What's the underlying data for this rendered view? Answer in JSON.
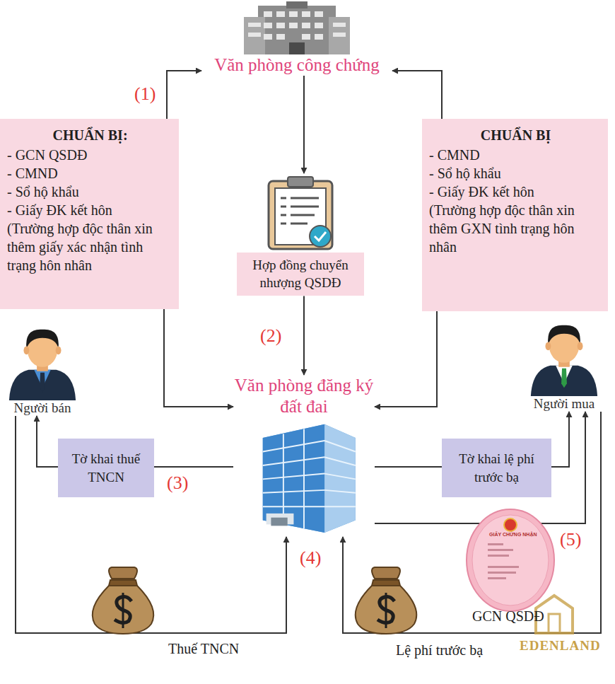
{
  "diagram": {
    "nodes": [
      {
        "text": [
          "Văn phòng công chứng"
        ]
      },
      {
        "text": [
          "CHUẨN BỊ:",
          "- GCN QSDĐ",
          "- CMND",
          "- Sổ hộ khẩu",
          "- Giấy ĐK kết hôn",
          "(Trường hợp độc thân xin thêm giấy xác nhận tình trạng hôn nhân"
        ]
      },
      {
        "text": [
          "CHUẨN BỊ",
          "- CMND",
          "- Sổ hộ khẩu",
          "- Giấy ĐK kết hôn",
          "(Trường hợp độc thân xin thêm GXN tình trạng hôn nhân"
        ]
      },
      {
        "text": [
          "Hợp đồng chuyển nhượng QSDĐ"
        ]
      },
      {
        "text": [
          "Người bán"
        ]
      },
      {
        "text": [
          "Người mua"
        ]
      },
      {
        "text": [
          "Văn phòng đăng ký đất đai"
        ]
      },
      {
        "text": [
          "Tờ khai thuế TNCN"
        ]
      },
      {
        "text": [
          "Tờ khai lệ phí trước bạ"
        ]
      }
    ],
    "edges": [
      {
        "from": 1,
        "to": 0,
        "arrow": "to"
      },
      {
        "from": 2,
        "to": 0,
        "arrow": "to"
      },
      {
        "from": 0,
        "to": 3,
        "arrow": "to"
      },
      {
        "from": 3,
        "to": 6,
        "arrow": "to"
      },
      {
        "from": 1,
        "to": 6,
        "arrow": "to"
      },
      {
        "from": 2,
        "to": 6,
        "arrow": "to"
      },
      {
        "from": 6,
        "to": 7,
        "arrow": "none"
      },
      {
        "from": 7,
        "to": 4,
        "arrow": "to"
      },
      {
        "from": 6,
        "to": 8,
        "arrow": "none"
      },
      {
        "from": 8,
        "to": 5,
        "arrow": "to"
      },
      {
        "from": 4,
        "to": 6,
        "label": "Thuế TNCN",
        "arrow": "to"
      },
      {
        "from": 5,
        "to": 6,
        "label": "Lệ phí trước bạ",
        "arrow": "to"
      },
      {
        "from": 6,
        "to": 5,
        "label": "GCN QSDĐ",
        "arrow": "to"
      }
    ],
    "labels": [
      "(1)",
      "(2)",
      "(3)",
      "(4)",
      "(5)",
      "GIẤY CHỨNG NHẬN",
      "EDENLAND"
    ]
  }
}
